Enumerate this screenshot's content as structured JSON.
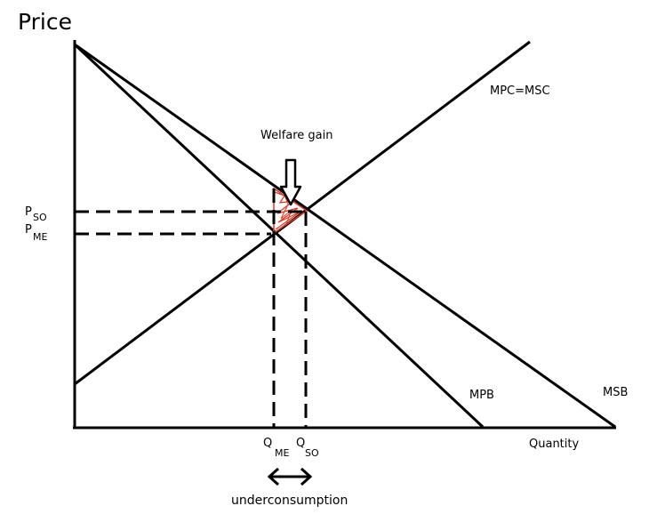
{
  "diagram": {
    "y_axis_title": "Price",
    "x_axis_title": "Quantity",
    "curves": {
      "mpc_msc": "MPC=MSC",
      "mpb": "MPB",
      "msb": "MSB"
    },
    "price_levels": {
      "p_so": {
        "main": "P",
        "sub": "SO"
      },
      "p_me": {
        "main": "P",
        "sub": "ME"
      }
    },
    "quantity_levels": {
      "q_me": {
        "main": "Q",
        "sub": "ME"
      },
      "q_so": {
        "main": "Q",
        "sub": "SO"
      }
    },
    "welfare_gain_label": "Welfare gain",
    "underconsumption_label": "underconsumption",
    "colors": {
      "lines": "#000000",
      "welfare_shading": "#e8321e"
    }
  }
}
